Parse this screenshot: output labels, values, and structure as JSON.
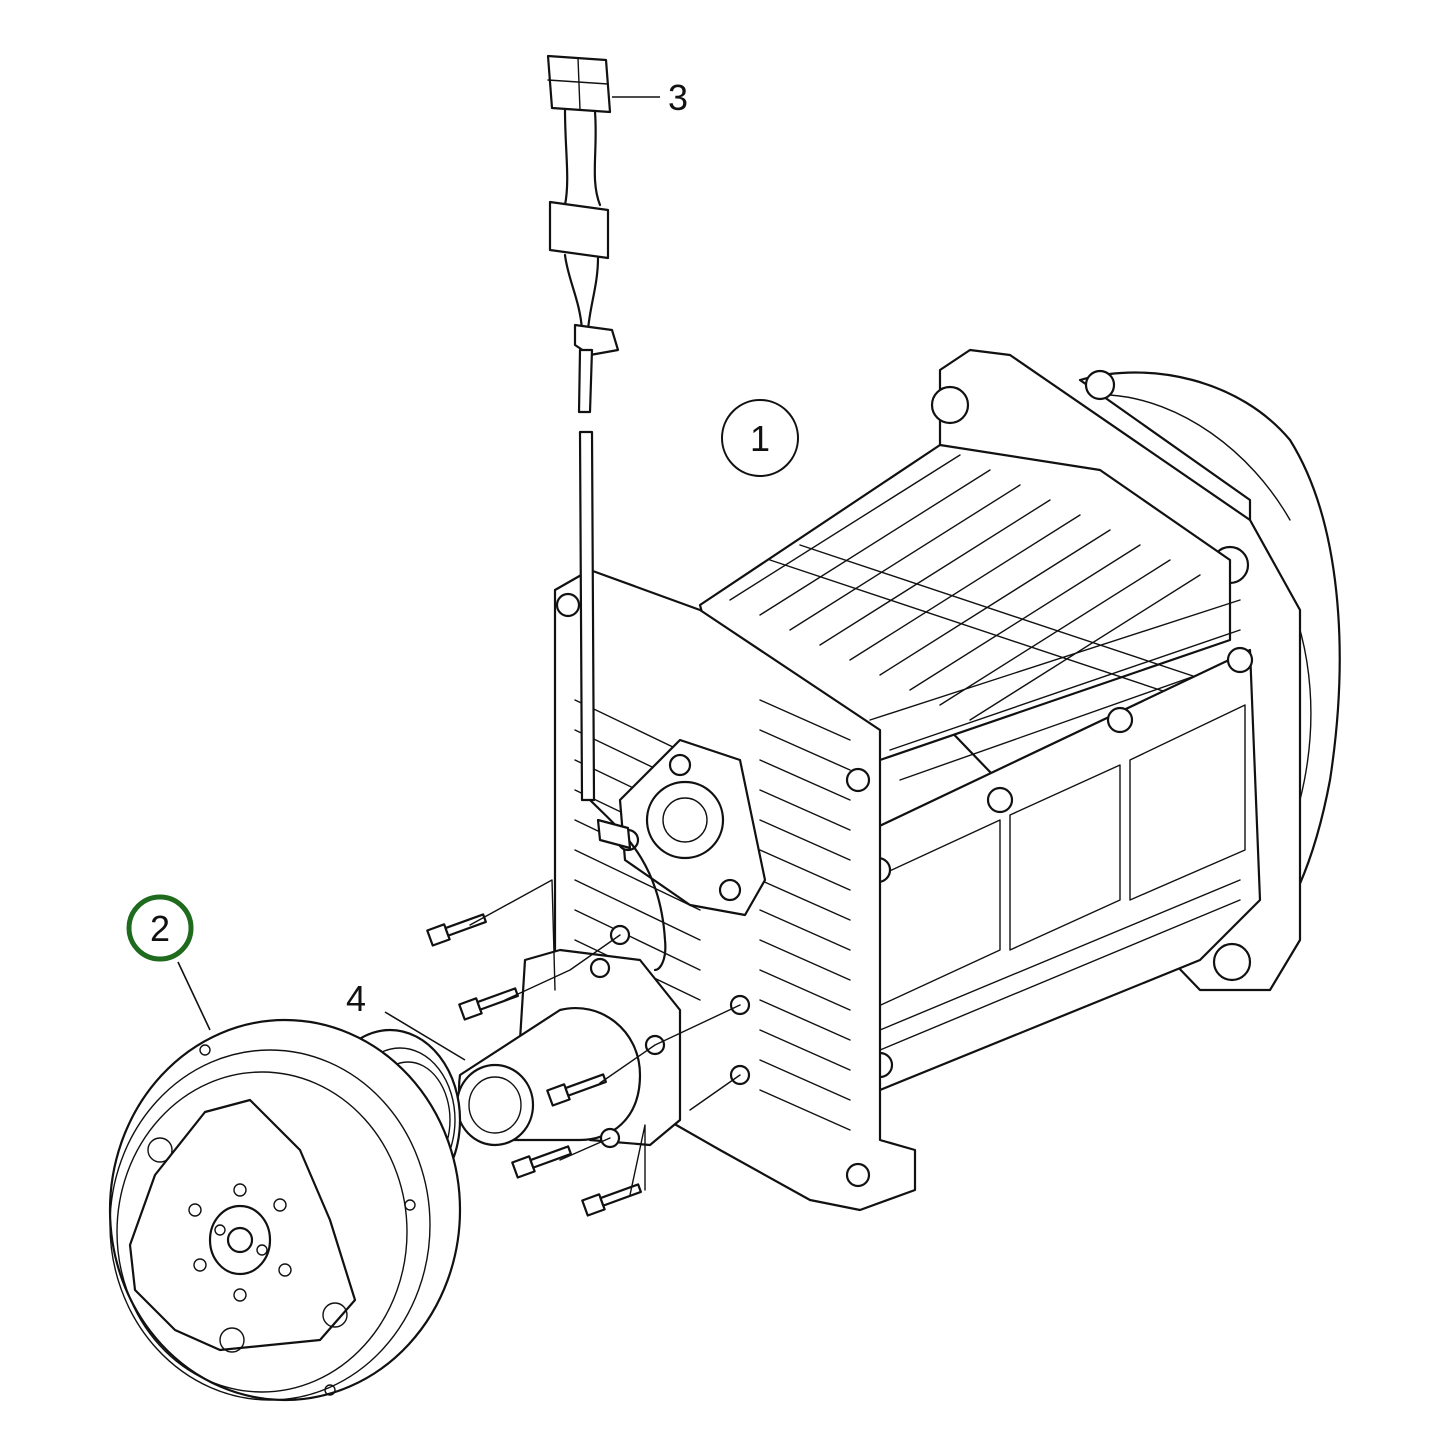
{
  "callouts": [
    {
      "number": "1",
      "style": "circle"
    },
    {
      "number": "2",
      "style": "highlight-circle",
      "color": "#1e6b1e"
    },
    {
      "number": "3",
      "style": "plain"
    },
    {
      "number": "4",
      "style": "plain"
    }
  ],
  "colors": {
    "linework": "#111111",
    "background": "#ffffff",
    "highlight": "#1e6b1e"
  }
}
